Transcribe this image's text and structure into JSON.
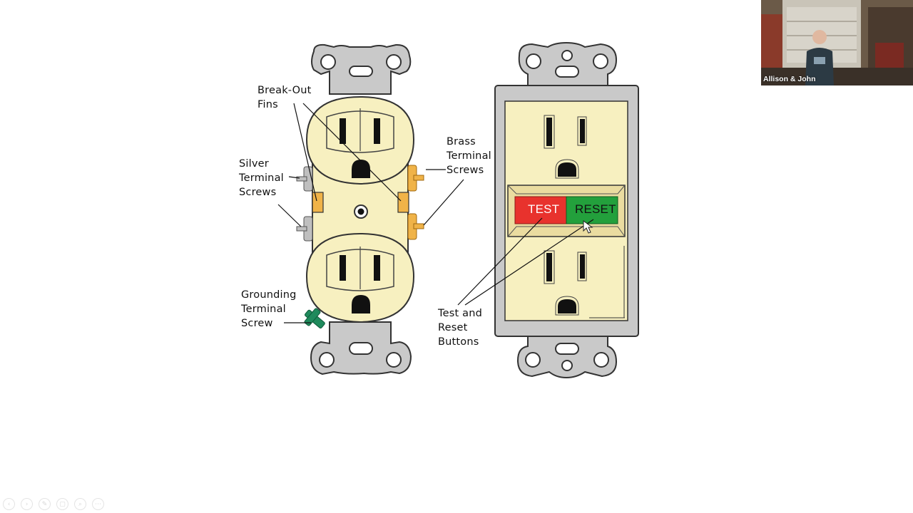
{
  "labels": {
    "break_out_fins": "Break-Out\nFins",
    "silver_terminal_screws": "Silver\nTerminal\nScrews",
    "grounding_terminal_screw": "Grounding\nTerminal\nScrew",
    "brass_terminal_screws": "Brass\nTerminal\nScrews",
    "test_reset_buttons": "Test and\nReset\nButtons"
  },
  "gfci": {
    "test_label": "TEST",
    "reset_label": "RESET"
  },
  "webcam": {
    "participant_name": "Allison & John"
  },
  "toolbar": {
    "buttons": [
      "‹",
      "›",
      "✎",
      "▢",
      "⌕",
      "⋯"
    ]
  },
  "colors": {
    "receptacle_body": "#f7f0c0",
    "plate": "#c9c9c9",
    "brass_screw": "#f0b348",
    "silver_screw": "#bfbfbf",
    "ground_screw": "#1f8a5c",
    "test_button": "#e8322d",
    "reset_button": "#23a03c"
  }
}
